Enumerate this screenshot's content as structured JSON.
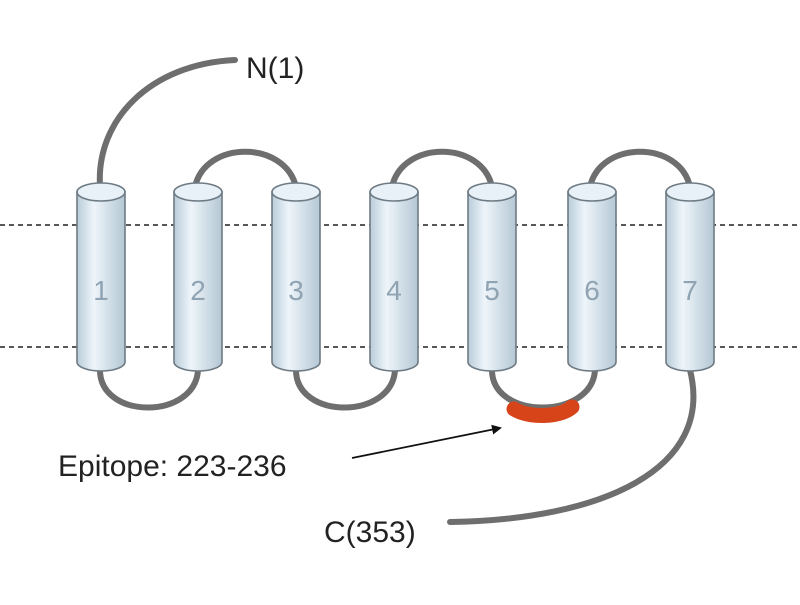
{
  "diagram": {
    "n_terminus_label": "N(1)",
    "c_terminus_label": "C(353)",
    "epitope_label": "Epitope: 223-236",
    "helices": [
      {
        "label": "1"
      },
      {
        "label": "2"
      },
      {
        "label": "3"
      },
      {
        "label": "4"
      },
      {
        "label": "5"
      },
      {
        "label": "6"
      },
      {
        "label": "7"
      }
    ],
    "colors": {
      "helix_fill": "#d7e5ee",
      "helix_stroke": "#6e7b84",
      "loop": "#6e6e6e",
      "epitope": "#d8441a",
      "label_on_helix": "#8fa3b2",
      "text": "#222222",
      "membrane_line": "#222222"
    }
  }
}
